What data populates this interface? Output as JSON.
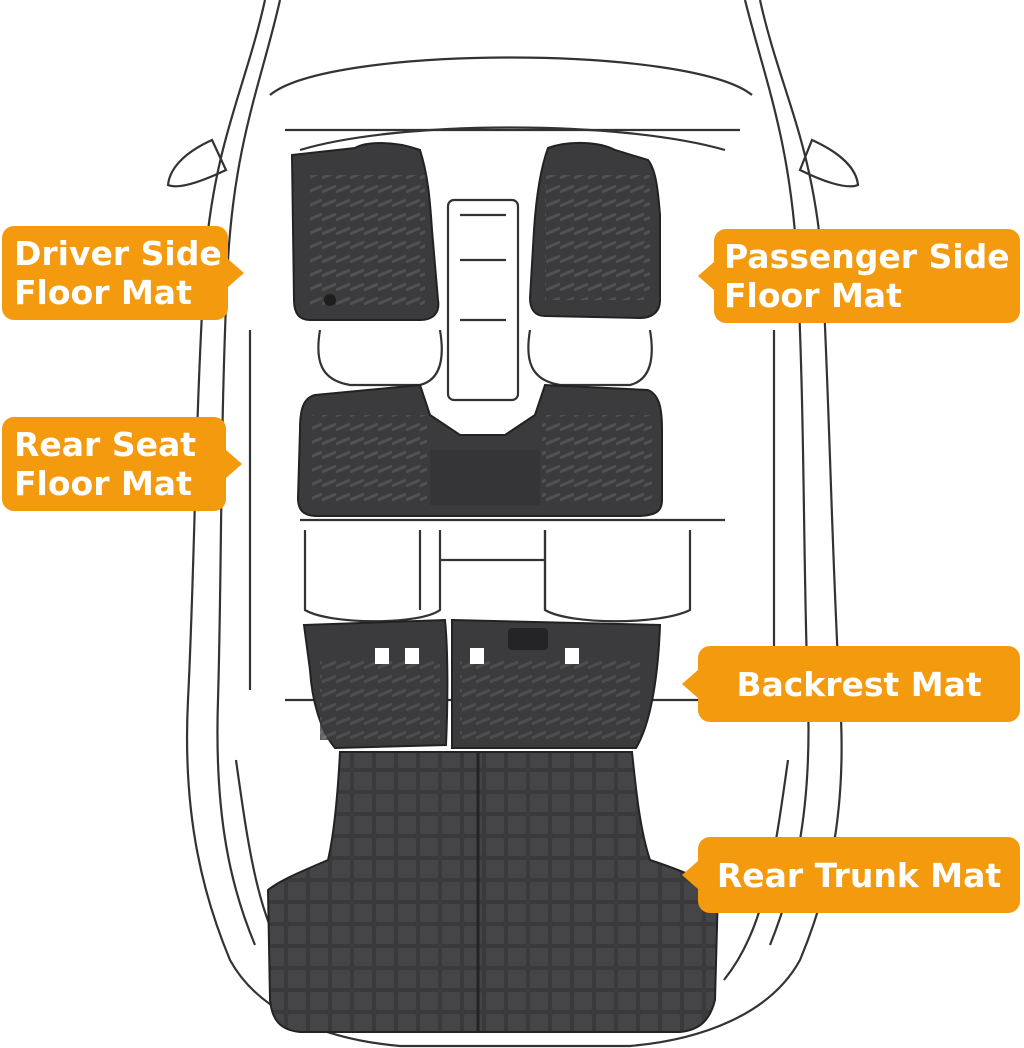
{
  "labels": {
    "driver": {
      "line1": "Driver Side",
      "line2": "Floor Mat"
    },
    "passenger": {
      "line1": "Passenger Side",
      "line2": "Floor Mat"
    },
    "rear_seat": {
      "line1": "Rear Seat",
      "line2": "Floor Mat"
    },
    "backrest": {
      "line1": "Backrest Mat"
    },
    "trunk": {
      "line1": "Rear Trunk Mat"
    }
  },
  "colors": {
    "callout": "#f39a0f",
    "mat": "#3b3b3d",
    "mat_dark": "#2a2a2c",
    "mat_rib": "#58585b",
    "outline": "#333333"
  }
}
